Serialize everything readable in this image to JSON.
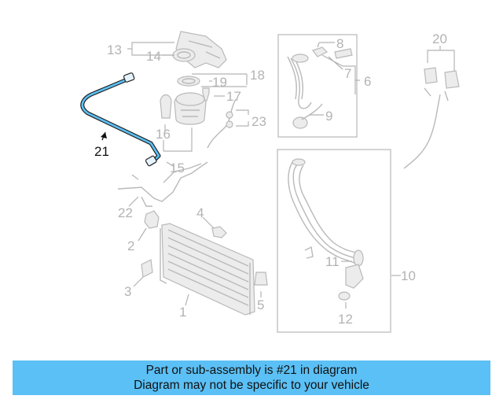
{
  "labels": {
    "l1": "1",
    "l2": "2",
    "l3": "3",
    "l4": "4",
    "l5": "5",
    "l6": "6",
    "l7": "7",
    "l8": "8",
    "l9": "9",
    "l10": "10",
    "l11": "11",
    "l12": "12",
    "l13": "13",
    "l14": "14",
    "l15": "15",
    "l16": "16",
    "l17": "17",
    "l18": "18",
    "l19": "19",
    "l20": "20",
    "l21": "21",
    "l22": "22",
    "l23": "23"
  },
  "highlight": {
    "part_number": "21",
    "color": "#5bc0f5"
  },
  "caption": {
    "line1": "Part or sub-assembly is #21 in diagram",
    "line2": "Diagram may not be specific to your vehicle",
    "background": "#5bc0f5"
  }
}
